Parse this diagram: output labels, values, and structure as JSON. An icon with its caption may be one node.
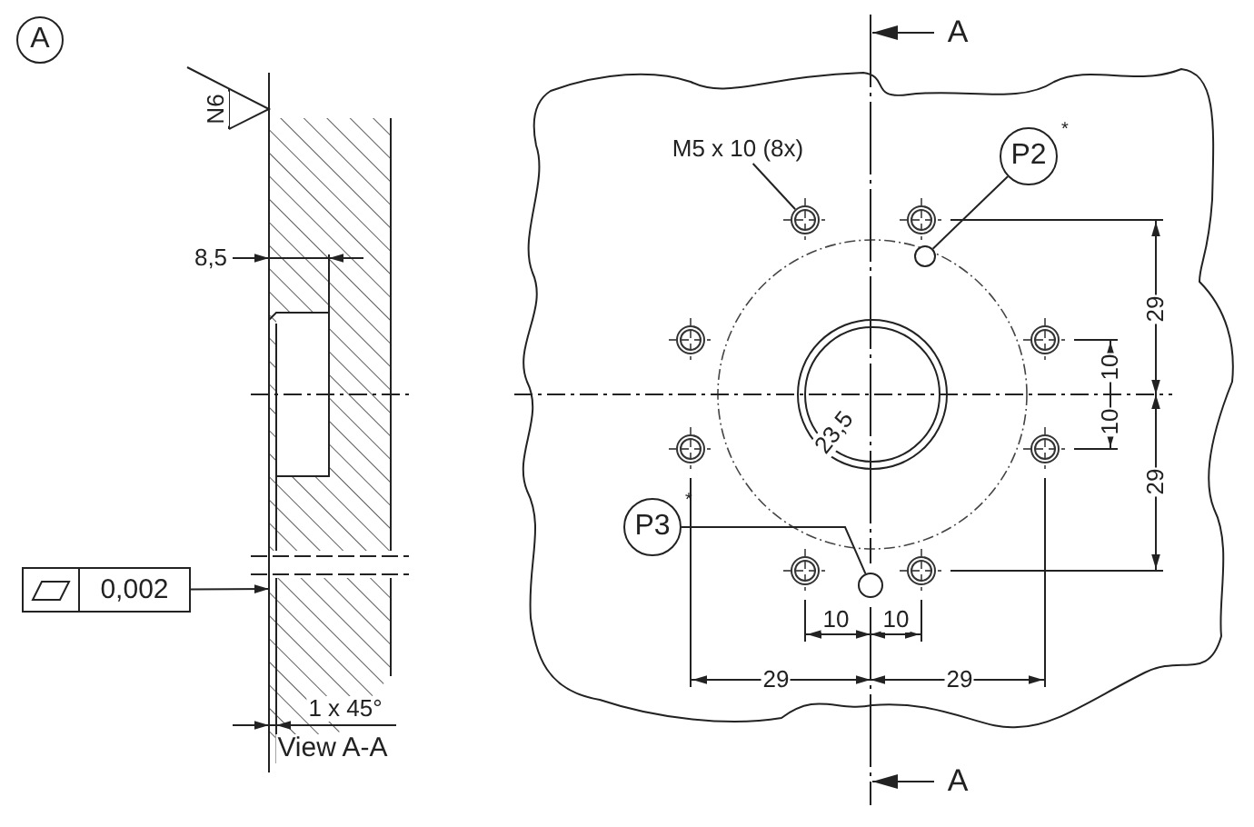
{
  "diagram": {
    "nodes": [
      {
        "text": [
          "A"
        ]
      },
      {
        "text": [
          "P2"
        ],
        "beside": [
          "*"
        ]
      },
      {
        "text": [
          "P3"
        ],
        "beside": [
          "*"
        ]
      },
      {
        "text": [],
        "shape": "circle"
      },
      {
        "text": [],
        "shape": "circle"
      },
      {
        "text": [
          "M5 x 10 (8x)"
        ]
      },
      {
        "text": [],
        "shape": "circle"
      },
      {
        "text": [
          "0,002"
        ]
      },
      {
        "text": [],
        "shape": "circle"
      },
      {
        "text": [],
        "shape": "circle"
      },
      {
        "text": [],
        "shape": "circle"
      },
      {
        "text": [],
        "shape": "circle"
      },
      {
        "text": [],
        "shape": "circle"
      },
      {
        "text": [],
        "shape": "circle"
      },
      {
        "text": [],
        "shape": "circle"
      }
    ],
    "edges": [
      {
        "from": 1,
        "to": 3,
        "arrow": "none"
      },
      {
        "from": 2,
        "to": 4,
        "arrow": "none"
      },
      {
        "from": 5,
        "to": 6,
        "arrow": "none"
      },
      {
        "from": 7,
        "to": null,
        "arrow": "to"
      }
    ],
    "labels": [
      "N6",
      "A",
      "8,5",
      "23,5",
      "29",
      "10",
      "10",
      "29",
      "10",
      "10",
      "29",
      "29",
      "1 x 45°",
      "View A-A",
      "A"
    ]
  }
}
